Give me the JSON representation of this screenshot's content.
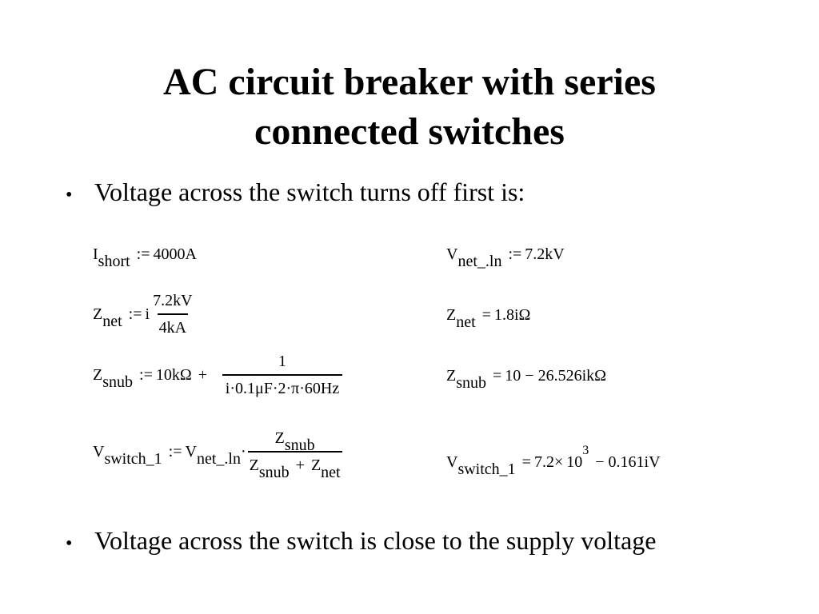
{
  "slide": {
    "title_line1": "AC circuit breaker with series",
    "title_line2": "connected switches",
    "bullet_glyph": "•",
    "bullet1": "Voltage across the switch turns off first is:",
    "bullet2": "Voltage across the switch is close to the supply voltage"
  },
  "equations": {
    "i_short": {
      "var": "I",
      "sub": "short",
      "op": ":=",
      "rhs": "4000A"
    },
    "v_net_ln": {
      "var": "V",
      "sub": "net_.ln",
      "op": ":=",
      "rhs": "7.2kV"
    },
    "z_net_def": {
      "var": "Z",
      "sub": "net",
      "op": ":=",
      "prefix": "i",
      "num": "7.2kV",
      "den": "4kA"
    },
    "z_net_res": {
      "var": "Z",
      "sub": "net",
      "op": "=",
      "rhs": "1.8iΩ"
    },
    "z_snub_def": {
      "var": "Z",
      "sub": "snub",
      "op": ":=",
      "lhs_term": "10kΩ",
      "plus": "+",
      "num": "1",
      "den": "i·0.1μF·2·π·60Hz"
    },
    "z_snub_res": {
      "var": "Z",
      "sub": "snub",
      "op": "=",
      "rhs": "10 − 26.526ikΩ"
    },
    "v_switch_def": {
      "var": "V",
      "sub": "switch_1",
      "op": ":=",
      "v2": "V",
      "v2sub": "net_.ln",
      "dot": "·",
      "num_var": "Z",
      "num_sub": "snub",
      "den_var1": "Z",
      "den_sub1": "snub",
      "den_plus": "+",
      "den_var2": "Z",
      "den_sub2": "net"
    },
    "v_switch_res": {
      "var": "V",
      "sub": "switch_1",
      "op": "=",
      "mant": "7.2×",
      "base": "10",
      "exp": "3",
      "tail": "− 0.161iV"
    }
  }
}
